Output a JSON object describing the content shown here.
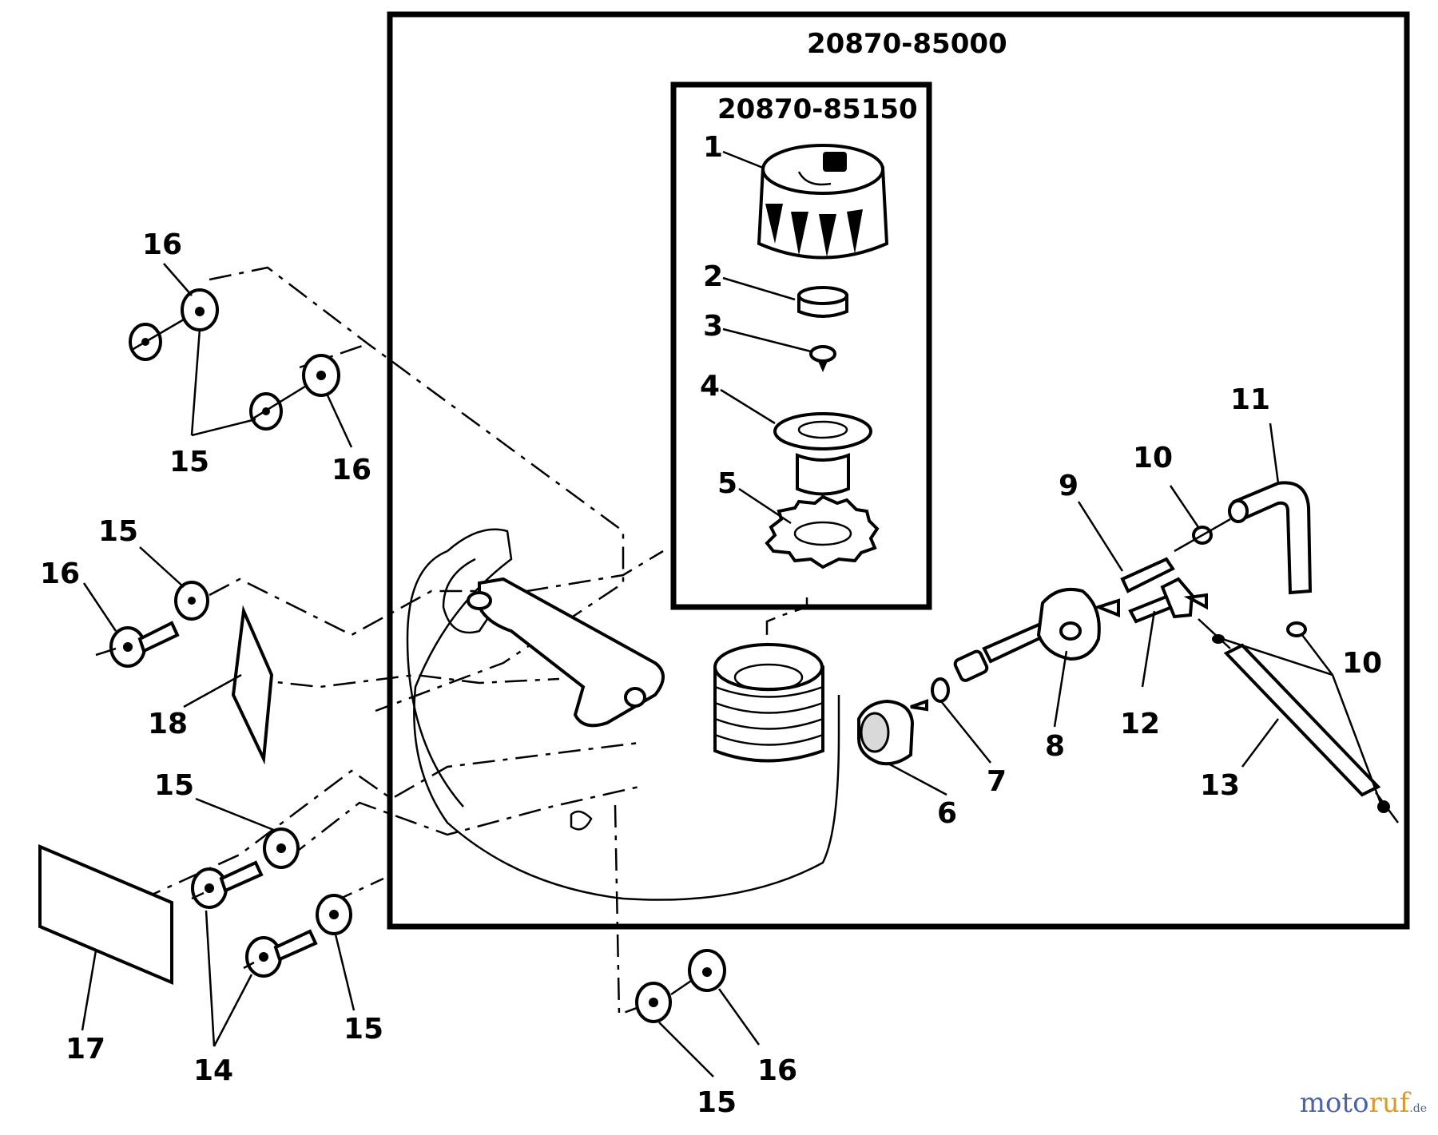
{
  "assembly": {
    "outer_code": "20870-85000",
    "inner_code": "20870-85150"
  },
  "labels": [
    {
      "id": "1",
      "text": "1"
    },
    {
      "id": "2",
      "text": "2"
    },
    {
      "id": "3",
      "text": "3"
    },
    {
      "id": "4",
      "text": "4"
    },
    {
      "id": "5",
      "text": "5"
    },
    {
      "id": "6",
      "text": "6"
    },
    {
      "id": "7",
      "text": "7"
    },
    {
      "id": "8",
      "text": "8"
    },
    {
      "id": "9",
      "text": "9"
    },
    {
      "id": "10a",
      "text": "10"
    },
    {
      "id": "10b",
      "text": "10"
    },
    {
      "id": "11",
      "text": "11"
    },
    {
      "id": "12",
      "text": "12"
    },
    {
      "id": "13",
      "text": "13"
    },
    {
      "id": "14",
      "text": "14"
    },
    {
      "id": "15a",
      "text": "15"
    },
    {
      "id": "15b",
      "text": "15"
    },
    {
      "id": "15c",
      "text": "15"
    },
    {
      "id": "15d",
      "text": "15"
    },
    {
      "id": "15e",
      "text": "15"
    },
    {
      "id": "16a",
      "text": "16"
    },
    {
      "id": "16b",
      "text": "16"
    },
    {
      "id": "16c",
      "text": "16"
    },
    {
      "id": "16d",
      "text": "16"
    },
    {
      "id": "17",
      "text": "17"
    },
    {
      "id": "18",
      "text": "18"
    }
  ],
  "watermark": {
    "part1": "moto",
    "part2": "ruf",
    "part3": ".de"
  }
}
